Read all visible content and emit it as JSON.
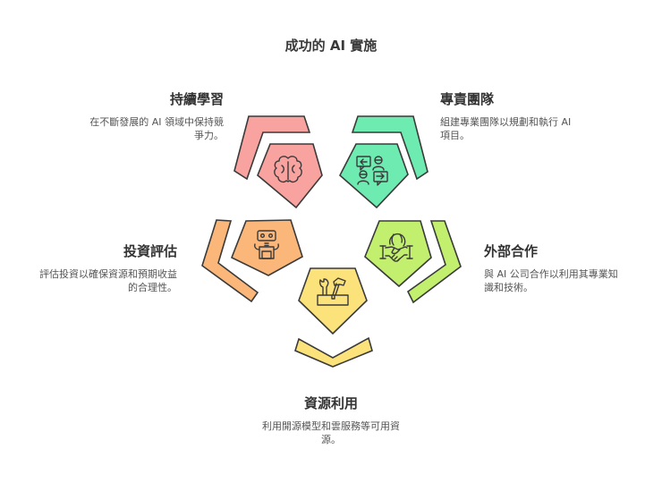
{
  "title": "成功的 AI 實施",
  "sections": [
    {
      "id": "continuous-learning",
      "heading": "持續學習",
      "description_line1": "在不斷發展的 AI 領域中保持競",
      "description_line2": "爭力。",
      "color": "#F9A3A0",
      "icon": "brain-icon"
    },
    {
      "id": "dedicated-team",
      "heading": "專責團隊",
      "description_line1": "組建專業團隊以規劃和執行 AI",
      "description_line2": "項目。",
      "color": "#6EEBB0",
      "icon": "team-chat-icon"
    },
    {
      "id": "investment-evaluation",
      "heading": "投資評估",
      "description_line1": "評估投資以確保資源和預期收益",
      "description_line2": "的合理性。",
      "color": "#FBB77A",
      "icon": "robot-icon"
    },
    {
      "id": "external-partnership",
      "heading": "外部合作",
      "description_line1": "與 AI 公司合作以利用其專業知",
      "description_line2": "識和技術。",
      "color": "#C2F06E",
      "icon": "handshake-globe-icon"
    },
    {
      "id": "resource-utilization",
      "heading": "資源利用",
      "description_line1": "利用開源模型和雲服務等可用資",
      "description_line2": "源。",
      "color": "#FBE27A",
      "icon": "toolbox-icon"
    }
  ],
  "colors": {
    "stroke": "#3a3a3a",
    "pink": "#F9A3A0",
    "green": "#6EEBB0",
    "orange": "#FBB77A",
    "lime": "#C2F06E",
    "yellow": "#FBE27A"
  }
}
